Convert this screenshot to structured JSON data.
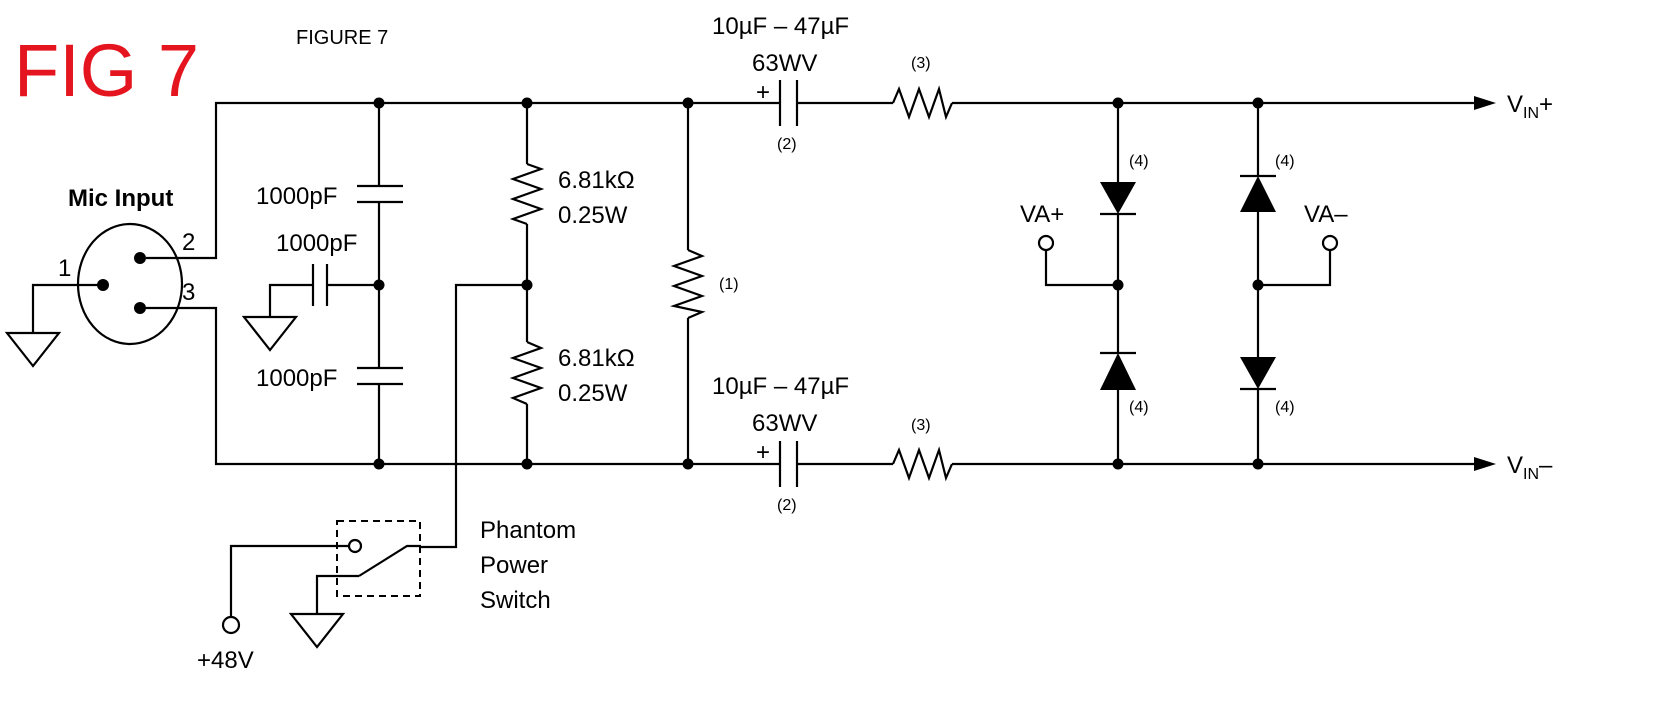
{
  "header": {
    "fig_big": "FIG 7",
    "fig_big_color": "#e4151f",
    "figure_caption": "FIGURE 7"
  },
  "labels": {
    "mic_input": "Mic Input",
    "pin1": "1",
    "pin2": "2",
    "pin3": "3",
    "cap_upper": "1000pF",
    "cap_middle": "1000pF",
    "cap_lower": "1000pF",
    "res_top_value": "6.81kΩ",
    "res_top_power": "0.25W",
    "res_bot_value": "6.81kΩ",
    "res_bot_power": "0.25W",
    "note1": "(1)",
    "cap_top_value": "10µF – 47µF",
    "cap_top_voltage": "63WV",
    "cap_top_plus": "+",
    "cap_top_note": "(2)",
    "cap_bot_value": "10µF – 47µF",
    "cap_bot_voltage": "63WV",
    "cap_bot_plus": "+",
    "cap_bot_note": "(2)",
    "res3_top_note": "(3)",
    "res3_bot_note": "(3)",
    "diode_note_1": "(4)",
    "diode_note_2": "(4)",
    "diode_note_3": "(4)",
    "diode_note_4": "(4)",
    "va_plus": "VA+",
    "va_minus": "VA–",
    "vin_plus_main": "V",
    "vin_plus_sub": "IN",
    "vin_plus_sign": "+",
    "vin_minus_main": "V",
    "vin_minus_sub": "IN",
    "vin_minus_sign": "–",
    "phantom_line1": "Phantom",
    "phantom_line2": "Power",
    "phantom_line3": "Switch",
    "plus48v": "+48V"
  }
}
